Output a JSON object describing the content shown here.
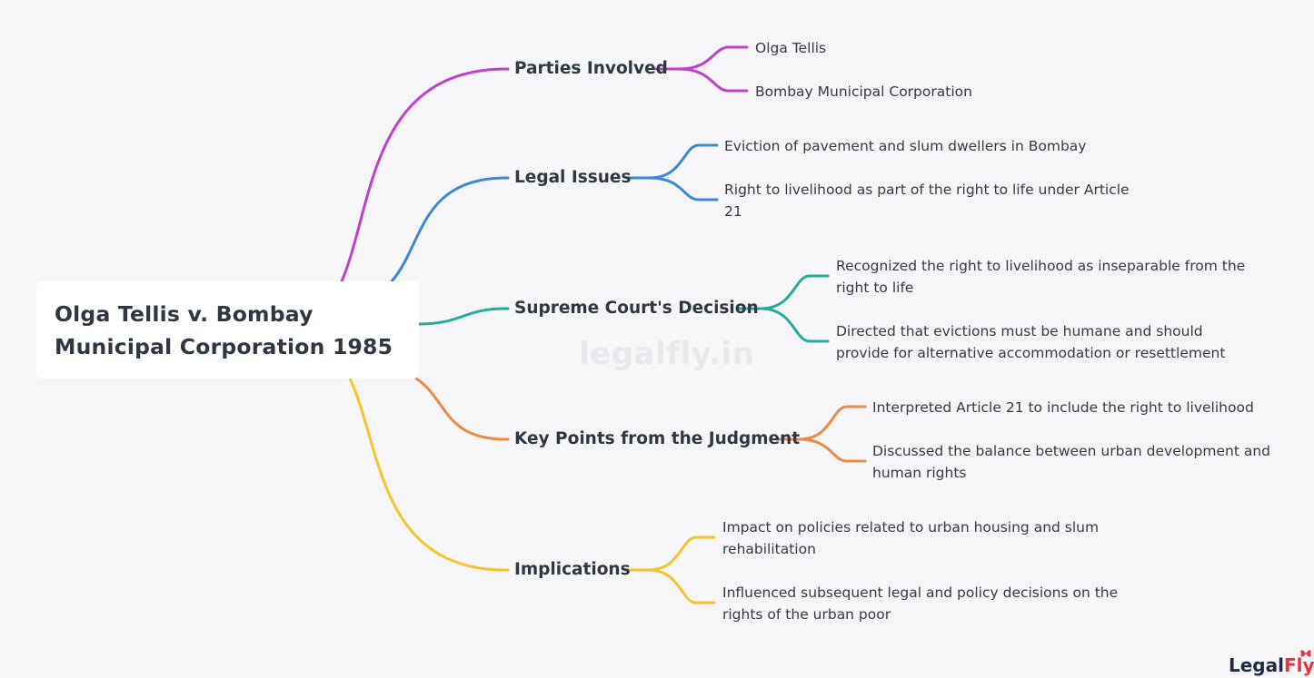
{
  "root": {
    "title": "Olga Tellis v. Bombay Municipal Corporation 1985"
  },
  "branches": [
    {
      "label": "Parties Involved",
      "color": "#c03fcd",
      "leaves": [
        "Olga Tellis",
        "Bombay Municipal Corporation"
      ]
    },
    {
      "label": "Legal Issues",
      "color": "#3a88d8",
      "leaves": [
        "Eviction of pavement and slum dwellers in Bombay",
        "Right to livelihood as part of the right to life under Article 21"
      ]
    },
    {
      "label": "Supreme Court's Decision",
      "color": "#22ad9b",
      "leaves": [
        "Recognized the right to livelihood as inseparable from the right to life",
        "Directed that evictions must be humane and should provide for alternative accommodation or resettlement"
      ]
    },
    {
      "label": "Key Points from the Judgment",
      "color": "#ea8a44",
      "leaves": [
        "Interpreted Article 21 to include the right to livelihood",
        "Discussed the balance between urban development and human rights"
      ]
    },
    {
      "label": "Implications",
      "color": "#f5c32c",
      "leaves": [
        "Impact on policies related to urban housing and slum rehabilitation",
        "Influenced subsequent legal and policy decisions on the rights of the urban poor"
      ]
    }
  ],
  "watermark": "legalfly.in",
  "logo": {
    "part_a": "Legal",
    "part_b": "Fly",
    "accent_color": "#e8323e"
  }
}
